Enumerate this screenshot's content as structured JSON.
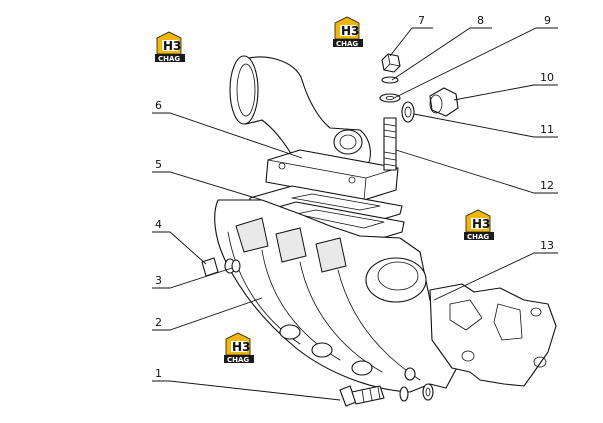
{
  "watermark": {
    "mark": "H3",
    "word": "CHAG",
    "accent": "#f2b705",
    "dark": "#1a1a1a"
  },
  "callouts": [
    {
      "id": "1",
      "text": "1"
    },
    {
      "id": "2",
      "text": "2"
    },
    {
      "id": "3",
      "text": "3"
    },
    {
      "id": "4",
      "text": "4"
    },
    {
      "id": "5",
      "text": "5"
    },
    {
      "id": "6",
      "text": "6"
    },
    {
      "id": "7",
      "text": "7"
    },
    {
      "id": "8",
      "text": "8"
    },
    {
      "id": "9",
      "text": "9"
    },
    {
      "id": "10",
      "text": "10"
    },
    {
      "id": "11",
      "text": "11"
    },
    {
      "id": "12",
      "text": "12"
    },
    {
      "id": "13",
      "text": "13"
    }
  ]
}
